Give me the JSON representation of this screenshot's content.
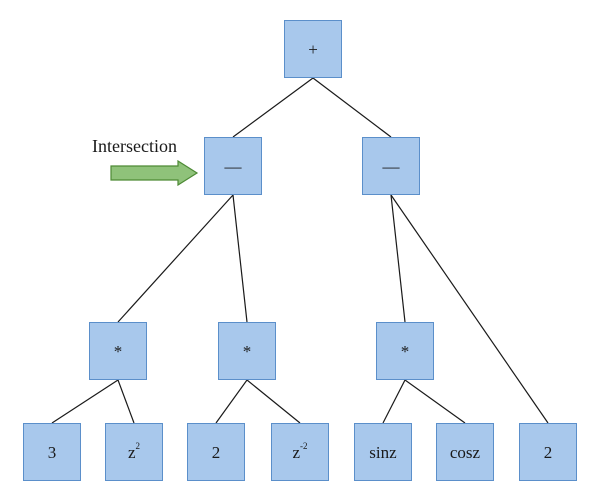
{
  "nodes": [
    {
      "id": "root",
      "label": "+"
    },
    {
      "id": "minus-left",
      "label": "—"
    },
    {
      "id": "minus-right",
      "label": "—"
    },
    {
      "id": "times-1",
      "label": "*"
    },
    {
      "id": "times-2",
      "label": "*"
    },
    {
      "id": "times-3",
      "label": "*"
    },
    {
      "id": "leaf-3",
      "label": "3"
    },
    {
      "id": "leaf-z2",
      "label": "z",
      "sup": "2"
    },
    {
      "id": "leaf-2a",
      "label": "2"
    },
    {
      "id": "leaf-zm2",
      "label": "z",
      "sup": "-2"
    },
    {
      "id": "leaf-sinz",
      "label": "sinz"
    },
    {
      "id": "leaf-cosz",
      "label": "cosz"
    },
    {
      "id": "leaf-2b",
      "label": "2"
    }
  ],
  "edges": [
    [
      "root",
      "minus-left"
    ],
    [
      "root",
      "minus-right"
    ],
    [
      "minus-left",
      "times-1"
    ],
    [
      "minus-left",
      "times-2"
    ],
    [
      "minus-right",
      "times-3"
    ],
    [
      "minus-right",
      "leaf-2b"
    ],
    [
      "times-1",
      "leaf-3"
    ],
    [
      "times-1",
      "leaf-z2"
    ],
    [
      "times-2",
      "leaf-2a"
    ],
    [
      "times-2",
      "leaf-zm2"
    ],
    [
      "times-3",
      "leaf-sinz"
    ],
    [
      "times-3",
      "leaf-cosz"
    ]
  ],
  "annotation": {
    "text": "Intersection",
    "points_to": "minus-left"
  },
  "colors": {
    "node_fill": "#a8c8ec",
    "node_border": "#5b8fca",
    "edge": "#1a1a1a",
    "arrow_fill": "#8fc27a",
    "arrow_border": "#4d8a35"
  }
}
